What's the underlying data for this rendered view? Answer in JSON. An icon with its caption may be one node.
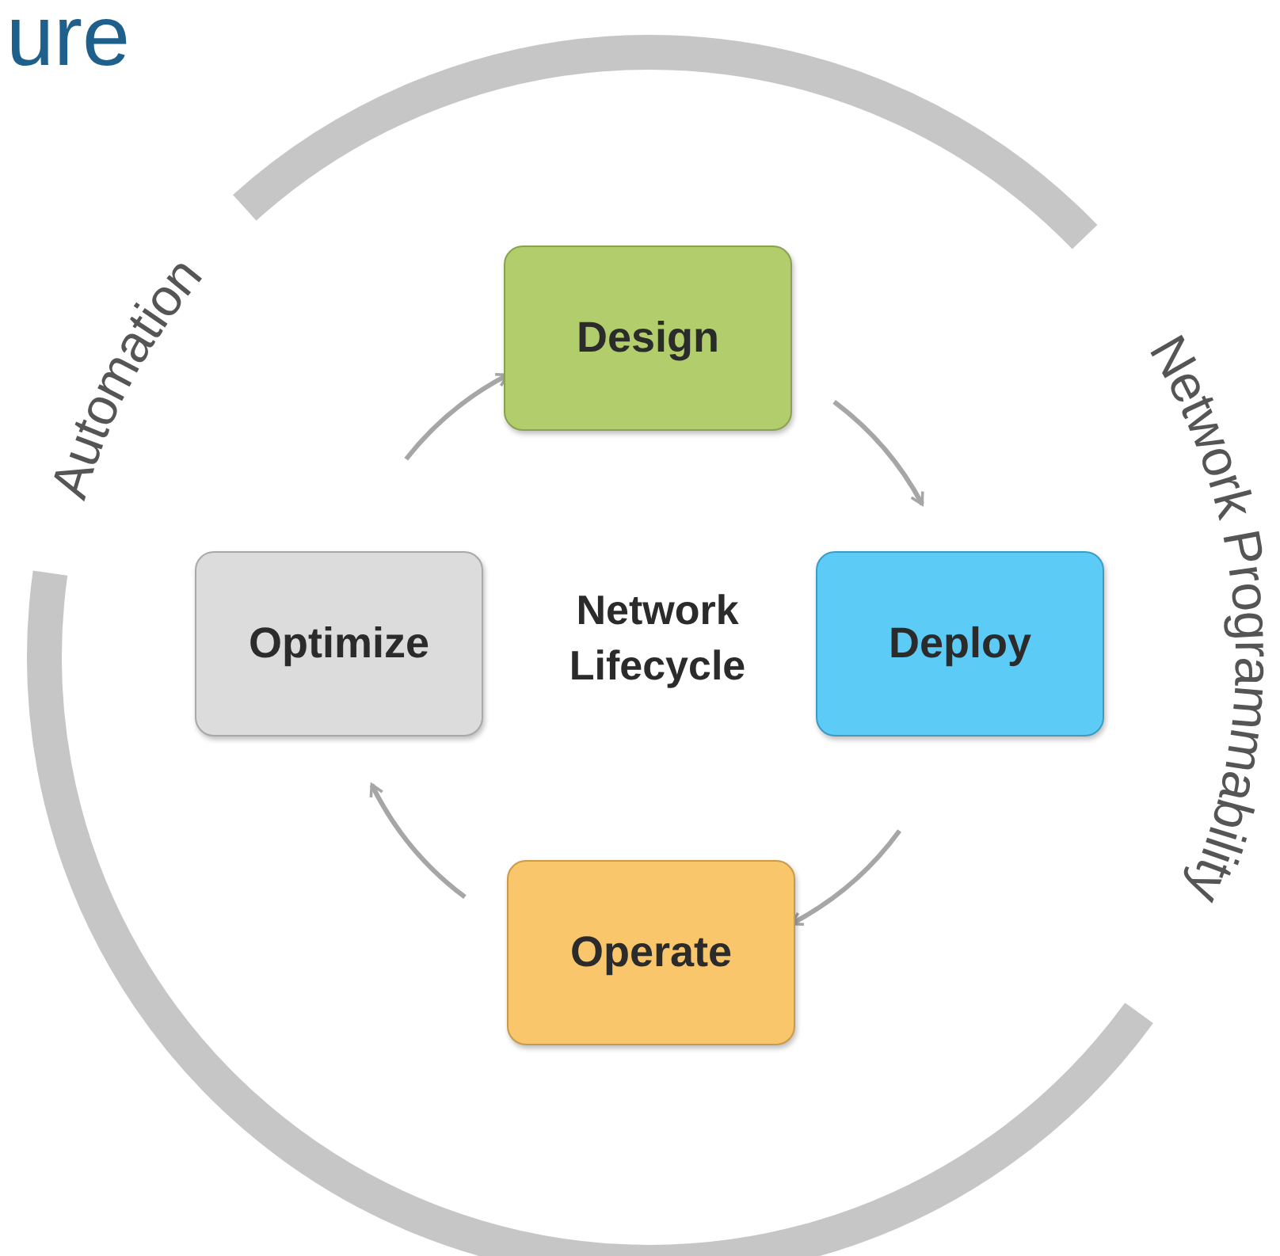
{
  "diagram": {
    "title": "ure",
    "nodes": [
      {
        "text": [
          "Design"
        ]
      },
      {
        "text": [
          "Deploy"
        ]
      },
      {
        "text": [
          "Operate"
        ]
      },
      {
        "text": [
          "Optimize"
        ]
      }
    ],
    "edges": [
      {
        "from": 0,
        "to": 1,
        "arrow": "to"
      },
      {
        "from": 1,
        "to": 2,
        "arrow": "to"
      },
      {
        "from": 2,
        "to": 3,
        "arrow": "to"
      },
      {
        "from": 3,
        "to": 0,
        "arrow": "to"
      }
    ],
    "labels": [
      "Network Lifecycle",
      "Automation",
      "Network Programmability"
    ]
  }
}
